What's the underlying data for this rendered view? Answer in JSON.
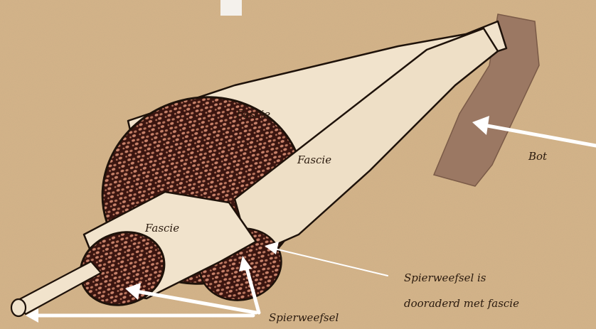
{
  "labels": {
    "fascie_top": "Fascie",
    "fascie_middle": "Fascie",
    "fascie_front": "Fascie",
    "bot": "Bot",
    "spierweefsel_interwoven_line1": "Spierweefsel is",
    "spierweefsel_interwoven_line2": "dooraderd met fascie",
    "spierweefsel": "Spierweefsel"
  },
  "colors": {
    "background": "#d4b48a",
    "fascia": "#f1e3cc",
    "muscle_dark": "#3a1510",
    "muscle_light": "#c9826a",
    "bone": "#9b7863",
    "arrow": "#ffffff",
    "outline": "#1e120a"
  }
}
